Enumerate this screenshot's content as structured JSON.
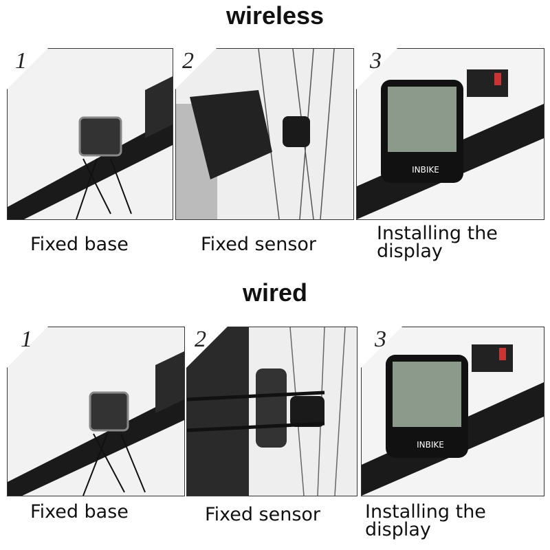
{
  "sections": [
    {
      "title": "wireless",
      "steps": [
        {
          "number": "1",
          "caption": "Fixed base"
        },
        {
          "number": "2",
          "caption": "Fixed sensor"
        },
        {
          "number": "3",
          "caption_line1": "Installing the",
          "caption_line2": "display"
        }
      ]
    },
    {
      "title": "wired",
      "steps": [
        {
          "number": "1",
          "caption": "Fixed base"
        },
        {
          "number": "2",
          "caption": "Fixed sensor"
        },
        {
          "number": "3",
          "caption_line1": "Installing the",
          "caption_line2": "display"
        }
      ]
    }
  ],
  "display_brand": "INBIKE"
}
